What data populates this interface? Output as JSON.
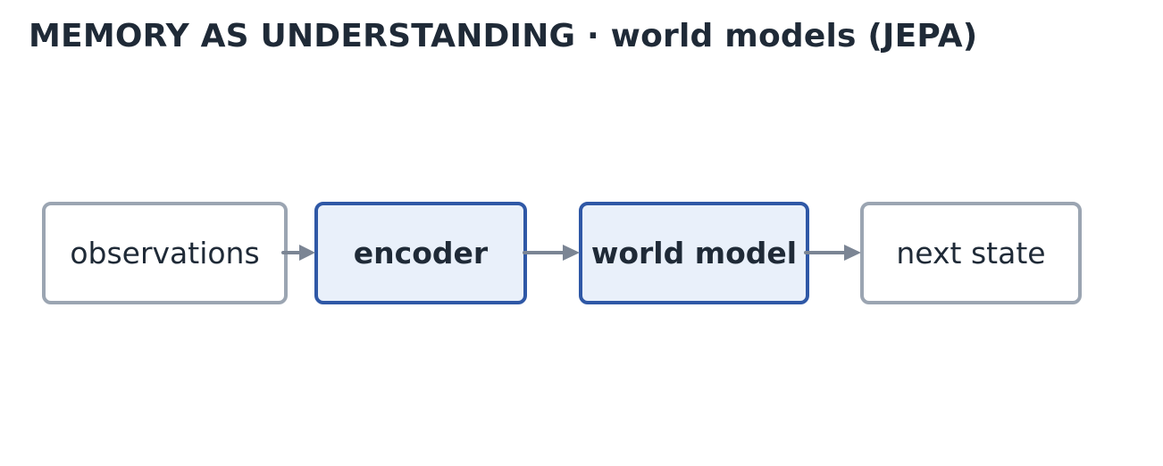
{
  "title": "MEMORY AS UNDERSTANDING  ·  world models (JEPA)",
  "diagram": {
    "nodes": [
      {
        "id": "observations",
        "label": "observations",
        "style": "plain"
      },
      {
        "id": "encoder",
        "label": "encoder",
        "style": "highlight"
      },
      {
        "id": "world-model",
        "label": "world model",
        "style": "highlight"
      },
      {
        "id": "next-state",
        "label": "next state",
        "style": "plain"
      }
    ],
    "edges": [
      {
        "from": "observations",
        "to": "encoder"
      },
      {
        "from": "encoder",
        "to": "world-model"
      },
      {
        "from": "world-model",
        "to": "next-state"
      }
    ]
  },
  "colors": {
    "text": "#1f2a37",
    "plain_border": "#9ba5b2",
    "highlight_border": "#2f58a6",
    "highlight_fill": "#e9f0fa",
    "arrow": "#7b8594"
  }
}
